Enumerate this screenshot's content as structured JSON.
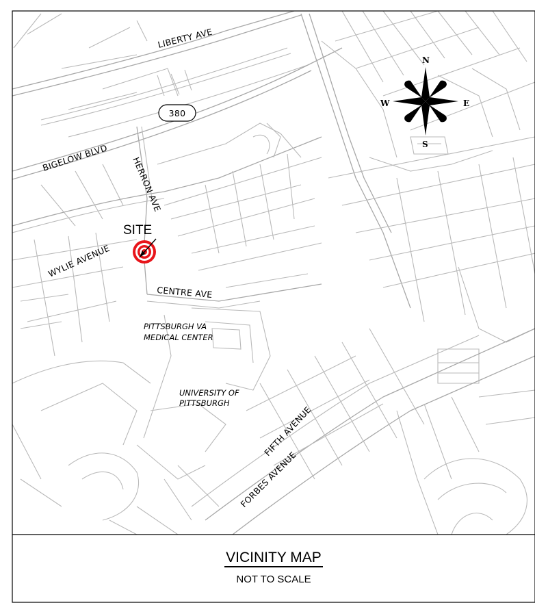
{
  "map": {
    "streets": {
      "liberty_ave": "LIBERTY AVE",
      "route_380": "380",
      "bigelow_blvd": "BIGELOW BLVD",
      "herron_ave": "HERRON AVE",
      "wylie_avenue": "WYLIE AVENUE",
      "centre_ave": "CENTRE AVE",
      "fifth_avenue": "FIFTH AVENUE",
      "forbes_avenue": "FORBES AVENUE"
    },
    "places": {
      "site": "SITE",
      "va_line1": "PITTSBURGH VA",
      "va_line2": "MEDICAL CENTER",
      "pitt_line1": "UNIVERSITY OF",
      "pitt_line2": "PITTSBURGH"
    },
    "compass": {
      "north": "N",
      "south": "S",
      "east": "E",
      "west": "W"
    },
    "colors": {
      "site_marker": "#e8151b",
      "streets": "#b9b9b9",
      "ink": "#000000"
    }
  },
  "title_block": {
    "title": "VICINITY MAP",
    "scale": "NOT TO SCALE"
  }
}
